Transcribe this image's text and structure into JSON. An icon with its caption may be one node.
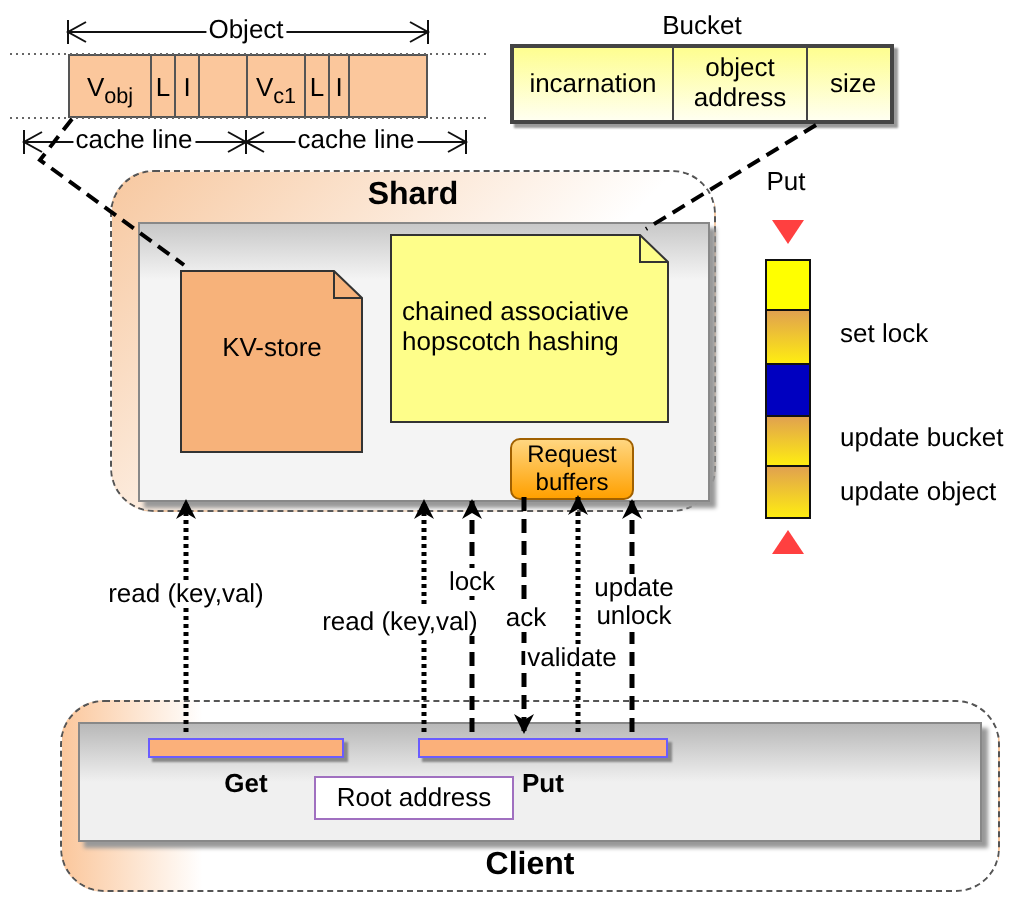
{
  "diagram": {
    "nodes": [
      {
        "text": [
          "V$_{obj}$",
          "L",
          "I",
          "V$_{c1}$",
          "L",
          "I"
        ]
      },
      {
        "text": [
          "Bucket",
          "incarnation",
          "object address",
          "size"
        ]
      },
      {
        "text": [
          "Shard"
        ]
      },
      {
        "text": [],
        "shape": "box",
        "in": 2
      },
      {
        "text": [
          "KV-store"
        ],
        "in": 3
      },
      {
        "text": [
          "chained associative hopscotch hashing"
        ],
        "in": 3
      },
      {
        "text": [
          "Request buffers"
        ],
        "in": 3
      },
      {
        "text": [
          "Client"
        ]
      },
      {
        "text": [],
        "shape": "box",
        "in": 7
      },
      {
        "text": [
          "Get"
        ],
        "in": 8
      },
      {
        "text": [
          "Put"
        ],
        "in": 8
      },
      {
        "text": [
          "Root address"
        ],
        "in": 8
      },
      {
        "text": [
          "Put"
        ],
        "beside": [
          "set lock",
          "update bucket",
          "update object"
        ]
      }
    ],
    "edges": [
      {
        "from": 0,
        "to": 4,
        "arrow": "none",
        "style": "dashed"
      },
      {
        "from": 1,
        "to": 5,
        "arrow": "none",
        "style": "dashed"
      },
      {
        "from": 9,
        "to": 3,
        "arrow": "to",
        "label": "read (key,val)"
      },
      {
        "from": 10,
        "to": 3,
        "arrow": "to",
        "label": "read (key,val)"
      },
      {
        "from": 10,
        "to": 3,
        "arrow": "to",
        "label": "lock",
        "style": "dashed"
      },
      {
        "from": 6,
        "to": 10,
        "arrow": "to",
        "label": "ack",
        "style": "dashed"
      },
      {
        "from": 10,
        "to": 6,
        "arrow": "to",
        "label": "validate"
      },
      {
        "from": 10,
        "to": 3,
        "arrow": "to",
        "label": "update unlock",
        "style": "dashed"
      }
    ],
    "labels": [
      "Object",
      "cache line",
      "cache line"
    ]
  }
}
